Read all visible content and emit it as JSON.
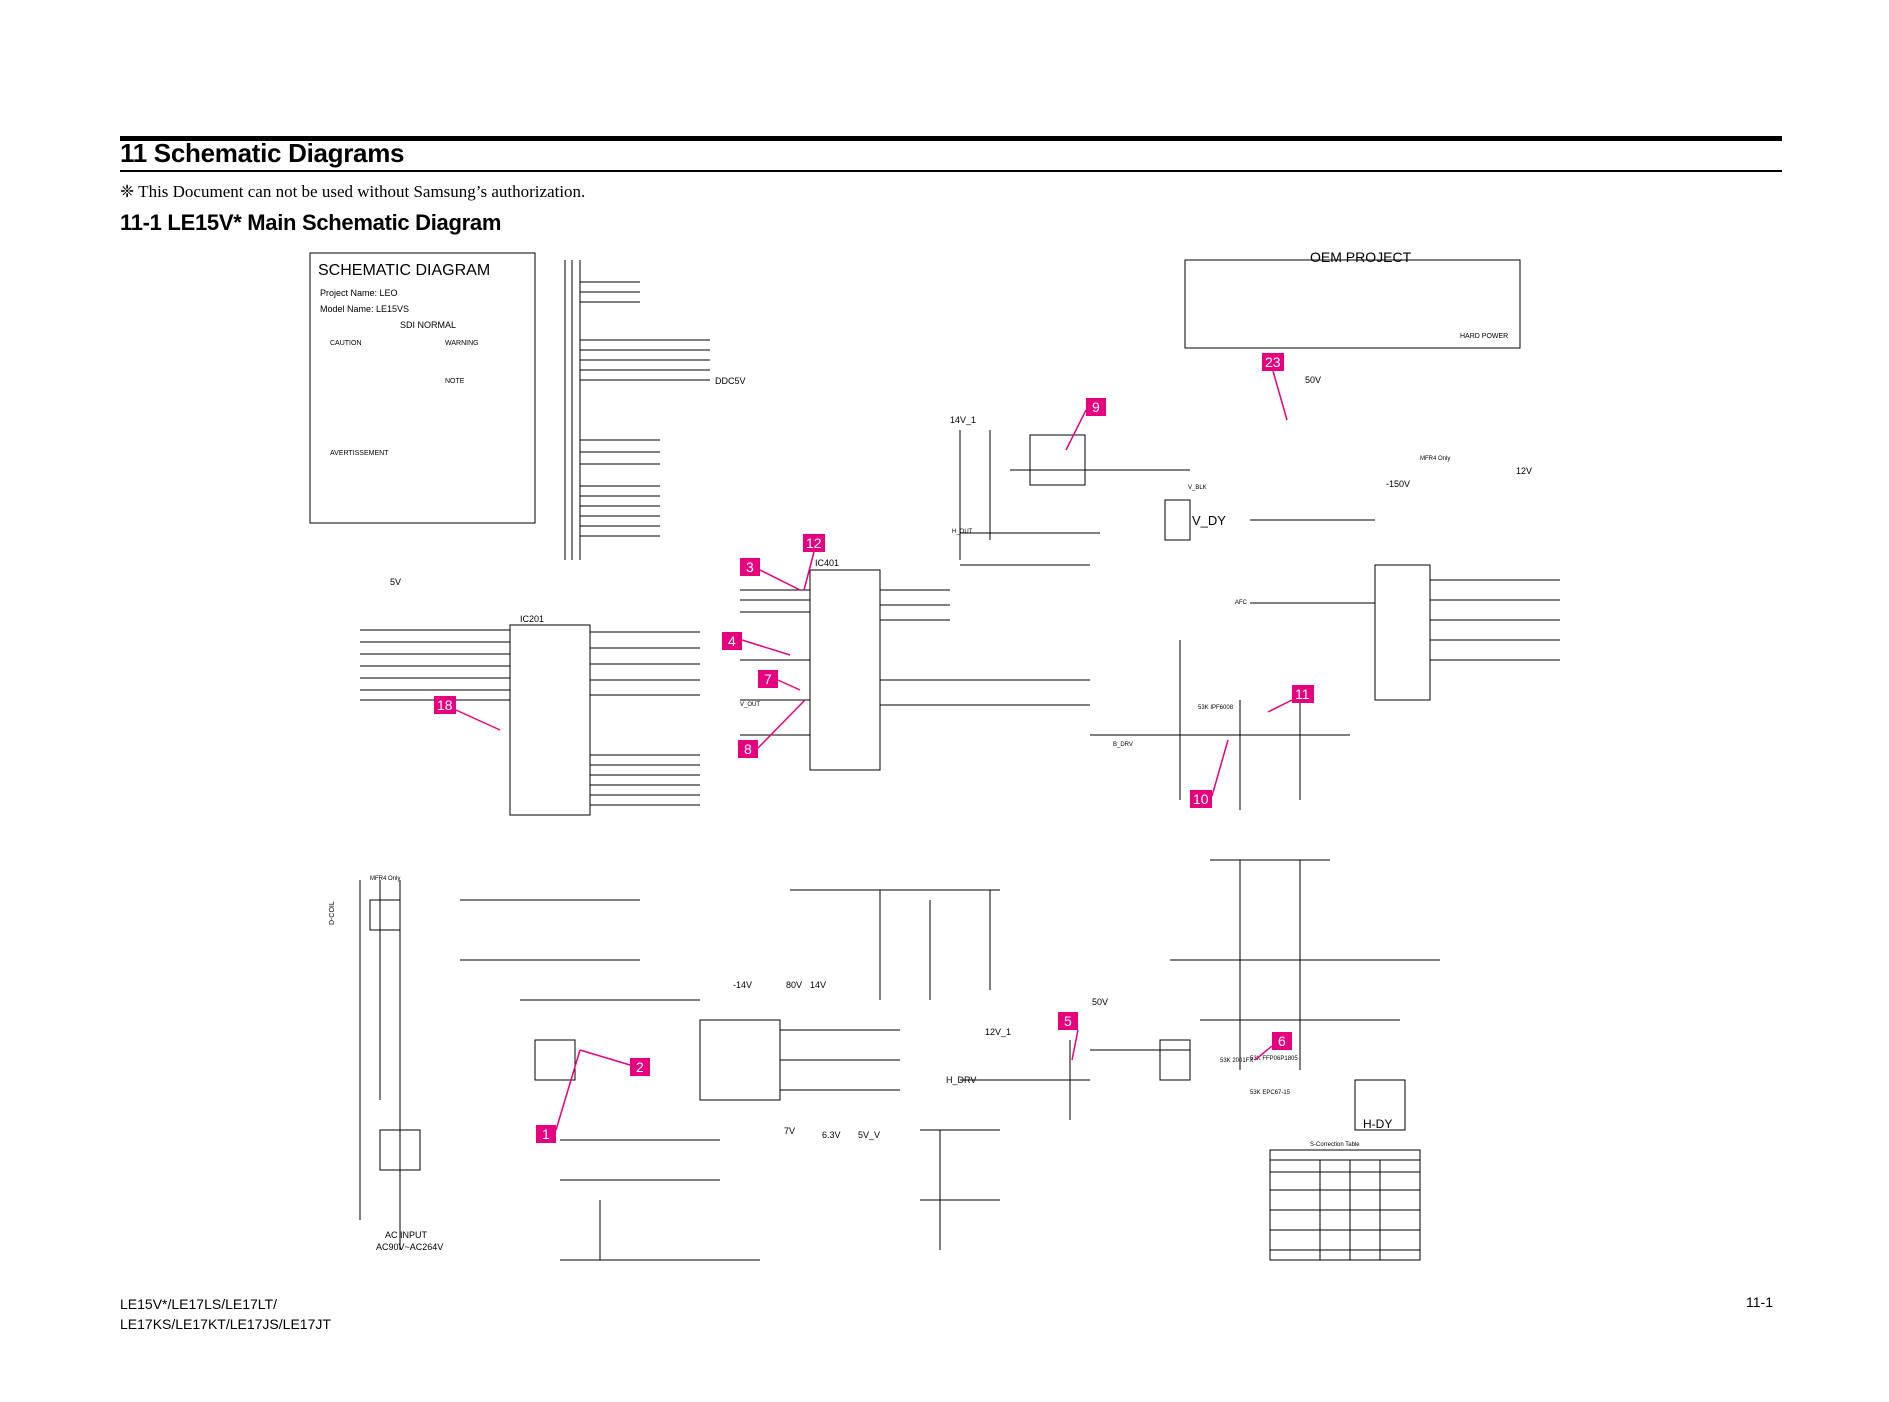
{
  "header": {
    "title": "11 Schematic Diagrams",
    "notice": "❈ This Document can not be used without Samsung’s authorization.",
    "subtitle": "11-1 LE15V* Main Schematic Diagram"
  },
  "title_block": {
    "heading": "SCHEMATIC DIAGRAM",
    "project": "Project Name: LEO",
    "model": "Model Name: LE15VS",
    "version": "SDI NORMAL",
    "caution_label": "CAUTION",
    "warning_label": "WARNING",
    "note_label": "NOTE",
    "avertissement_label": "AVERTISSEMENT"
  },
  "oem": {
    "title": "OEM PROJECT",
    "hard_power": "HARD POWER"
  },
  "labels": {
    "h_dy": "H-DY",
    "v_dy": "V_DY",
    "h_drv": "H_DRV",
    "ac_input": "AC INPUT",
    "ac_range": "AC90V~AC264V",
    "ddc5v": "DDC5V",
    "ic201": "IC201",
    "ic401": "IC401",
    "ec_title": "S-Correction Table",
    "v50": "50V",
    "v14_1": "14V_1",
    "v12": "12V",
    "v5": "5V",
    "v7": "7V",
    "v63": "6.3V",
    "v5v": "5V_V",
    "v14": "14V",
    "vm150": "-150V",
    "v80": "80V",
    "vm14": "-14V",
    "v12_1": "12V_1",
    "v50_2": "50V",
    "h_out": "H_OUT",
    "v_out": "V_OUT",
    "afc": "AFC",
    "v_blk": "V_BLK",
    "b_drv": "B_DRV",
    "bdc2001": "53K 2001FX",
    "bdc6008": "53K IPF6008",
    "ffp": "53K FFP06P1805",
    "epc": "53K EPC67-15",
    "mfr_only": "MFR4 Only",
    "mfr_only2": "MFR4 Only",
    "d_coil": "D-COIL"
  },
  "markers": [
    "1",
    "2",
    "3",
    "4",
    "5",
    "6",
    "7",
    "8",
    "9",
    "10",
    "11",
    "12",
    "18",
    "23"
  ],
  "footer": {
    "models_line1": "LE15V*/LE17LS/LE17LT/",
    "models_line2": "LE17KS/LE17KT/LE17JS/LE17JT",
    "page": "11-1"
  },
  "colors": {
    "marker": "#e6007e",
    "line": "#000000"
  }
}
